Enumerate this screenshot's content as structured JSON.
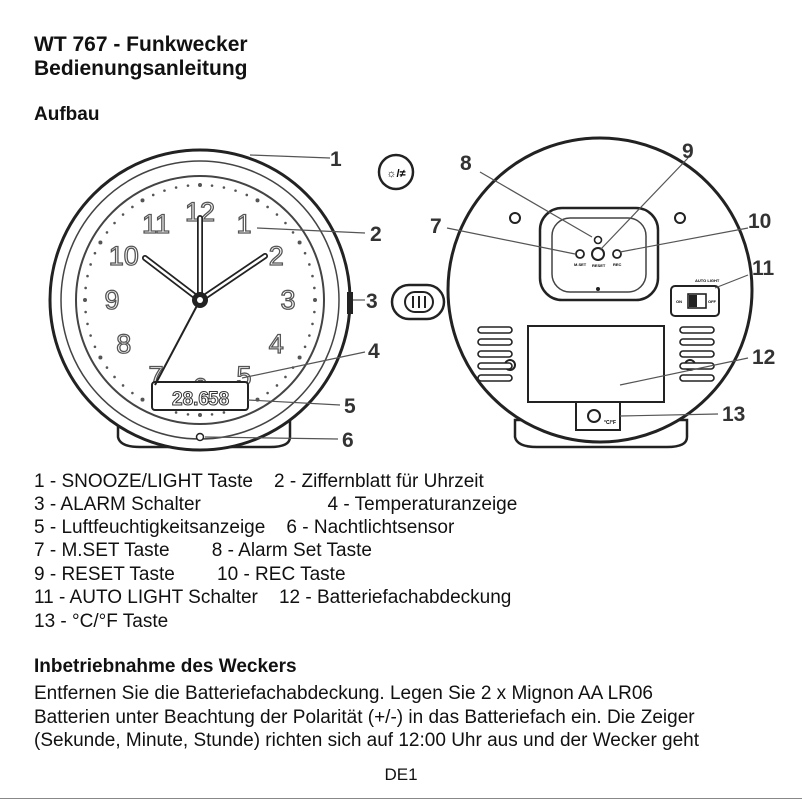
{
  "header": {
    "title_line1": "WT 767 - Funkwecker",
    "title_line2": "Bedienungsanleitung"
  },
  "section_aufbau": "Aufbau",
  "figure": {
    "callouts": [
      "1",
      "2",
      "3",
      "4",
      "5",
      "6",
      "7",
      "8",
      "9",
      "10",
      "11",
      "12",
      "13"
    ],
    "dial_numbers": [
      "12",
      "1",
      "2",
      "3",
      "4",
      "5",
      "6",
      "7",
      "8",
      "9",
      "10",
      "11"
    ],
    "snooze_icon": "☼/≠",
    "lcd_temp": "28.6",
    "lcd_humidity": "58",
    "rear_labels": {
      "mset": "M.SET",
      "reset": "RESET",
      "rec": "REC",
      "auto_light": "AUTO LIGHT",
      "on": "ON",
      "off": "OFF",
      "cf": "°C/°F"
    }
  },
  "legend": [
    "1 - SNOOZE/LIGHT Taste    2 - Ziffernblatt für Uhrzeit",
    "3 - ALARM Schalter                        4 - Temperaturanzeige",
    "5 - Luftfeuchtigkeitsanzeige    6 - Nachtlichtsensor",
    "7 - M.SET Taste        8 - Alarm Set Taste",
    "9 - RESET Taste        10 - REC Taste",
    "11 - AUTO LIGHT Schalter    12 - Batteriefachabdeckung",
    "13 - °C/°F Taste"
  ],
  "section_inbetrieb": "Inbetriebnahme des Weckers",
  "paragraph": [
    "Entfernen Sie die Batteriefachabdeckung. Legen Sie 2 x Mignon AA LR06",
    "Batterien unter Beachtung der Polarität (+/-) in das Batteriefach ein. Die Zeiger",
    "(Sekunde, Minute, Stunde) richten sich auf 12:00 Uhr aus und der Wecker geht"
  ],
  "footer": "DE1"
}
